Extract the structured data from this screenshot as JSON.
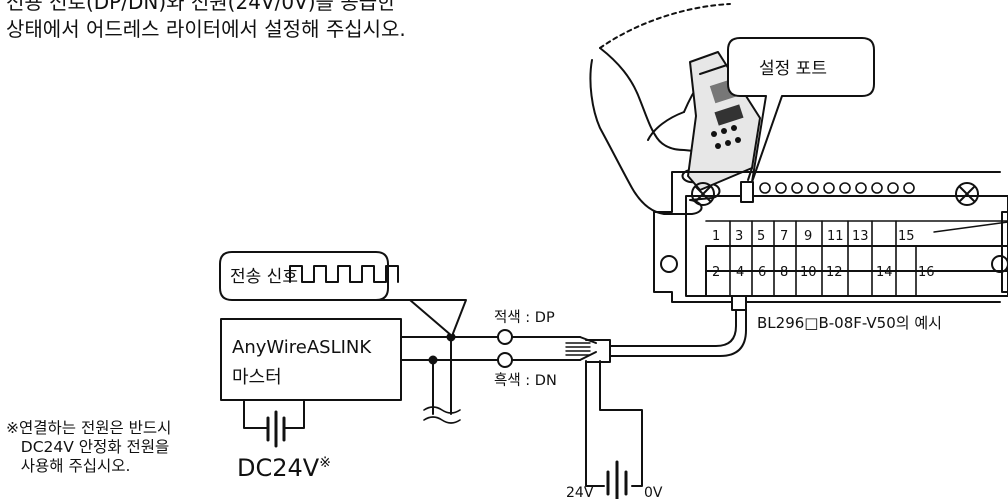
{
  "intro": {
    "line1": "전용 선로(DP/DN)와 전원(24V/0V)을 공급한",
    "line2": "상태에서 어드레스 라이터에서 설정해 주십시오."
  },
  "callouts": {
    "setting_port": "설정 포트",
    "signal": "전송 신호"
  },
  "master": {
    "line1": "AnyWireASLINK",
    "line2": "마스터"
  },
  "wires": {
    "dp": "적색 : DP",
    "dn": "흑색 : DN"
  },
  "power": {
    "master_supply": "DC24V",
    "mark": "※",
    "plus": "24V",
    "minus": "0V"
  },
  "note": "※연결하는 전원은 반드시\n   DC24V 안정화 전원을\n   사용해 주십시오.",
  "terminal_block": {
    "caption": "BL296□B-08F-V50의 예시",
    "top_row": [
      "1",
      "3",
      "5",
      "7",
      "9",
      "11",
      "13",
      "15"
    ],
    "bottom_row": [
      "2",
      "4",
      "6",
      "8",
      "10",
      "12",
      "14",
      "16"
    ]
  },
  "colors": {
    "line": "#111111",
    "background": "#ffffff"
  },
  "icons": [
    "hand-icon",
    "address-writer-icon",
    "battery-icon",
    "screw-icon"
  ]
}
